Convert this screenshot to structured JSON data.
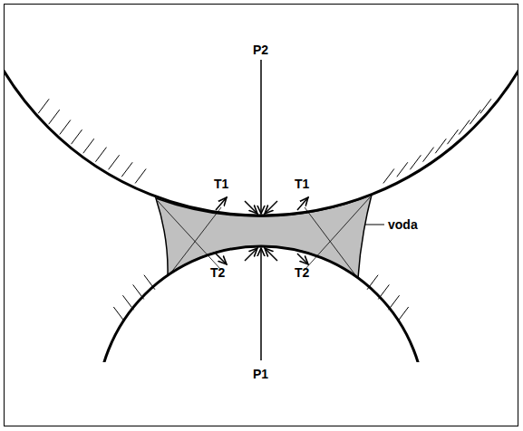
{
  "diagram": {
    "labels": [
      "P2",
      "T1",
      "T1",
      "T2",
      "T2",
      "voda",
      "P1"
    ]
  }
}
